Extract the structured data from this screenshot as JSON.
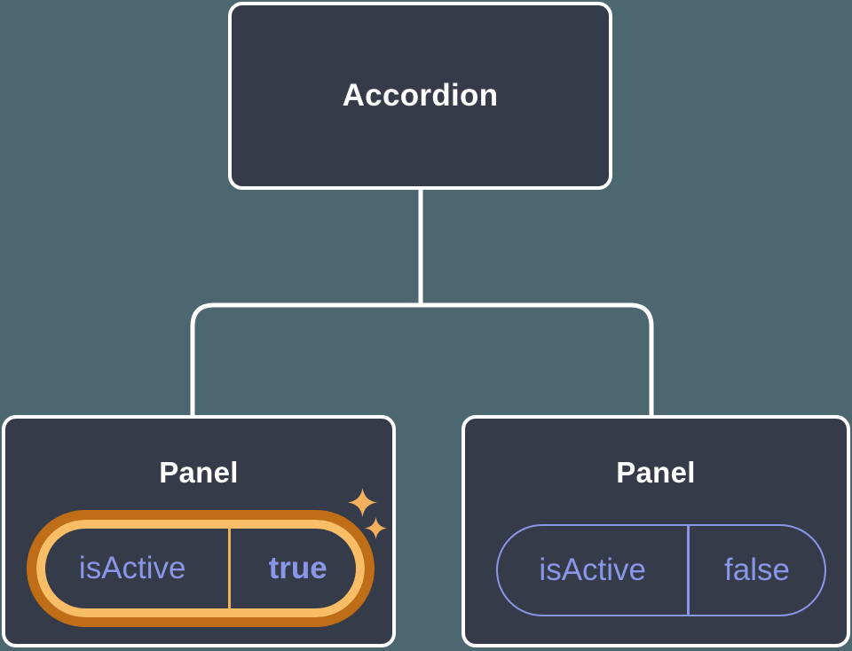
{
  "diagram": {
    "root_node": {
      "label": "Accordion"
    },
    "panels": [
      {
        "title": "Panel",
        "state": {
          "name": "isActive",
          "value": "true"
        },
        "highlighted": true
      },
      {
        "title": "Panel",
        "state": {
          "name": "isActive",
          "value": "false"
        },
        "highlighted": false
      }
    ],
    "colors": {
      "background": "#4d6770",
      "node_fill": "#353b48",
      "node_border": "#ffffff",
      "connector_line": "#ffffff",
      "state_text": "#8a96e8",
      "highlight_ring_outer": "#c06d17",
      "highlight_ring_inner": "#f9bd66",
      "highlight_divider": "#f0b055",
      "sparkle": "#f5b05e"
    }
  }
}
